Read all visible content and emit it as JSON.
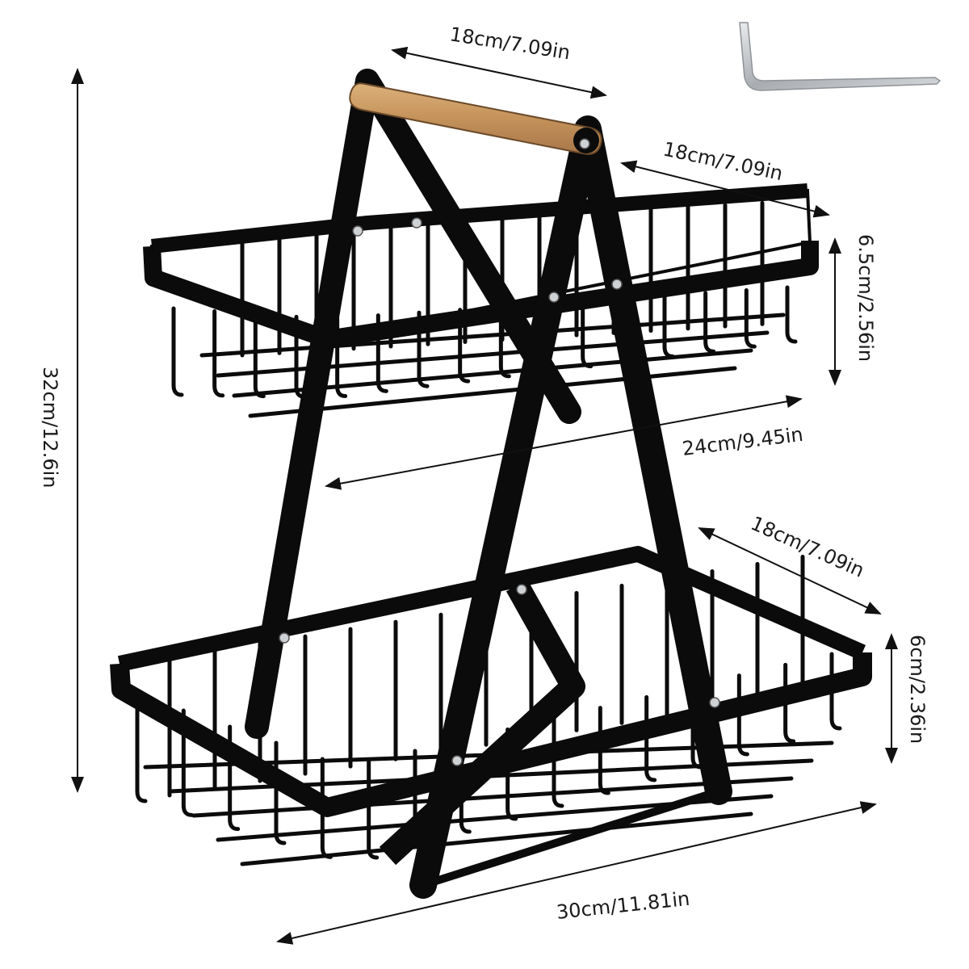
{
  "dimensions": {
    "top_handle_width": "18cm/7.09in",
    "top_basket_depth": "18cm/7.09in",
    "top_basket_height": "6.5cm/2.56in",
    "frame_span": "24cm/9.45in",
    "bottom_basket_depth": "18cm/7.09in",
    "bottom_basket_height": "6cm/2.36in",
    "bottom_basket_width": "30cm/11.81in",
    "total_height": "32cm/12.6in"
  },
  "colors": {
    "frame": "#0b0b0b",
    "handle_wood": "#c89a5e",
    "wrench": "#b8bcc0"
  },
  "icons": {
    "tool": "allen-wrench"
  }
}
